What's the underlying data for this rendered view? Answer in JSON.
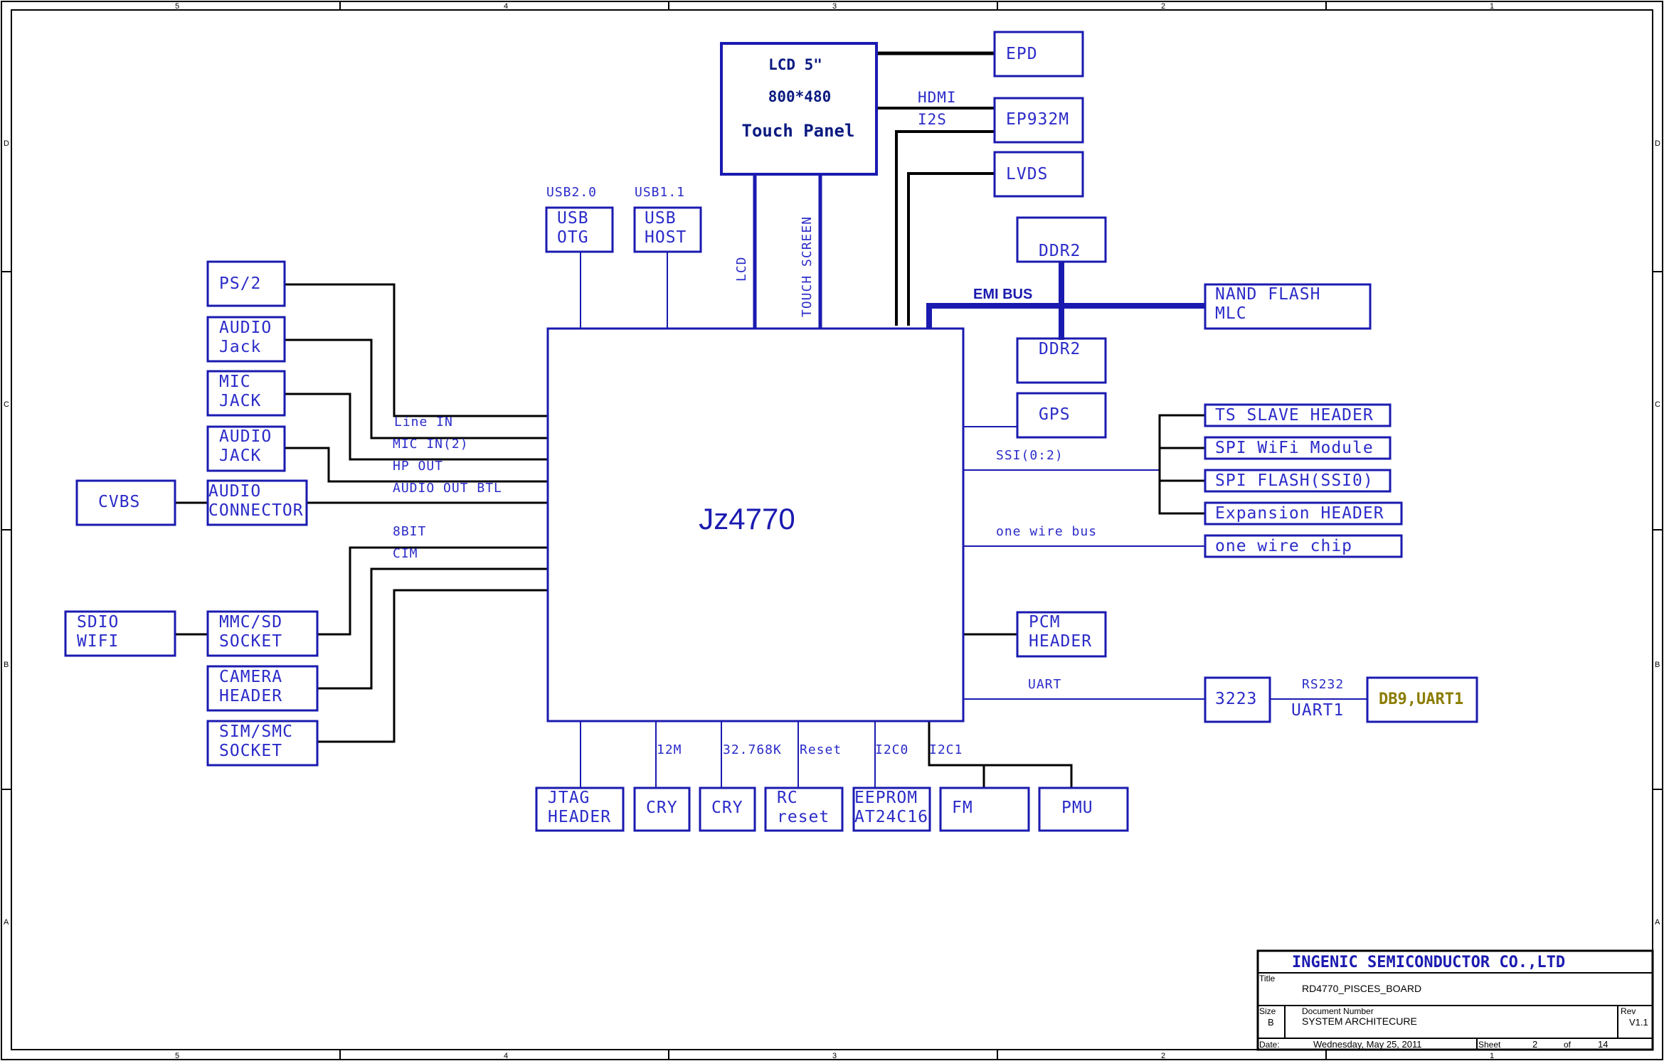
{
  "zone_labels": {
    "top": [
      "5",
      "4",
      "3",
      "2",
      "1"
    ],
    "side": [
      "D",
      "C",
      "B",
      "A"
    ]
  },
  "lcd": {
    "line1": "LCD 5\"",
    "line2": "800*480",
    "line3": "Touch Panel"
  },
  "top_right_blocks": {
    "epd": "EPD",
    "ep932m": "EP932M",
    "lvds": "LVDS"
  },
  "bus_labels": {
    "hdmi": "HDMI",
    "i2s": "I2S",
    "lcd": "LCD",
    "touch": "TOUCH SCREEN",
    "emi": "EMI BUS"
  },
  "usb": {
    "otg_label": "USB2.0",
    "otg_l1": "USB",
    "otg_l2": "OTG",
    "host_label": "USB1.1",
    "host_l1": "USB",
    "host_l2": "HOST"
  },
  "memory": {
    "ddr_top": "DDR2",
    "ddr_bottom": "DDR2",
    "nand_l1": "NAND FLASH",
    "nand_l2": "MLC"
  },
  "left_blocks": {
    "ps2": "PS/2",
    "audio_jack_l1": "AUDIO",
    "audio_jack_l2": "Jack",
    "mic_l1": "MIC",
    "mic_l2": "JACK",
    "audio_jack2_l1": "AUDIO",
    "audio_jack2_l2": "JACK",
    "cvbs": "CVBS",
    "audio_conn_l1": "AUDIO",
    "audio_conn_l2": "CONNECTOR",
    "sdio_l1": "SDIO",
    "sdio_l2": "WIFI",
    "mmc_l1": "MMC/SD",
    "mmc_l2": "SOCKET",
    "cam_l1": "CAMERA",
    "cam_l2": "HEADER",
    "sim_l1": "SIM/SMC",
    "sim_l2": "SOCKET"
  },
  "left_signals": {
    "line_in": "Line IN",
    "mic_in": "MIC IN(2)",
    "hp_out": "HP OUT",
    "audio_out": "AUDIO OUT BTL",
    "bit8": "8BIT",
    "cim": "CIM"
  },
  "chip": {
    "name": "Jz4770"
  },
  "right_blocks": {
    "gps": "GPS",
    "ssi": "SSI(0:2)",
    "ts_slave": "TS SLAVE HEADER",
    "spi_wifi": "SPI WiFi Module",
    "spi_flash": "SPI FLASH(SSI0)",
    "expansion": "Expansion HEADER",
    "one_wire_bus": "one wire bus",
    "one_wire_chip": "one wire chip",
    "pcm_l1": "PCM",
    "pcm_l2": "HEADER",
    "uart": "UART",
    "ic3223": "3223",
    "rs232": "RS232",
    "uart1": "UART1",
    "db9": "DB9,UART1"
  },
  "bottom": {
    "jtag_l1": "JTAG",
    "jtag_l2": "HEADER",
    "m12": "12M",
    "cry1": "CRY",
    "k32": "32.768K",
    "cry2": "CRY",
    "reset": "Reset",
    "rc_l1": "RC",
    "rc_l2": "reset",
    "i2c0": "I2C0",
    "eeprom_l1": "EEPROM",
    "eeprom_l2": "AT24C16",
    "i2c1": "I2C1",
    "fm": "FM",
    "pmu": "PMU"
  },
  "title_block": {
    "company": "INGENIC SEMICONDUCTOR CO.,LTD",
    "title_label": "Title",
    "title": "RD4770_PISCES_BOARD",
    "size_label": "Size",
    "size": "B",
    "docnum_label": "Document Number",
    "docnum": "SYSTEM ARCHITECURE",
    "rev_label": "Rev",
    "rev": "V1.1",
    "date_label": "Date:",
    "date": "Wednesday, May 25, 2011",
    "sheet_label": "Sheet",
    "sheet": "2",
    "of_label": "of",
    "total": "14"
  },
  "colors": {
    "block": "#1a1ab0",
    "text": "#2b2bc9",
    "wire": "#000000",
    "db9": "#8b7d00"
  }
}
